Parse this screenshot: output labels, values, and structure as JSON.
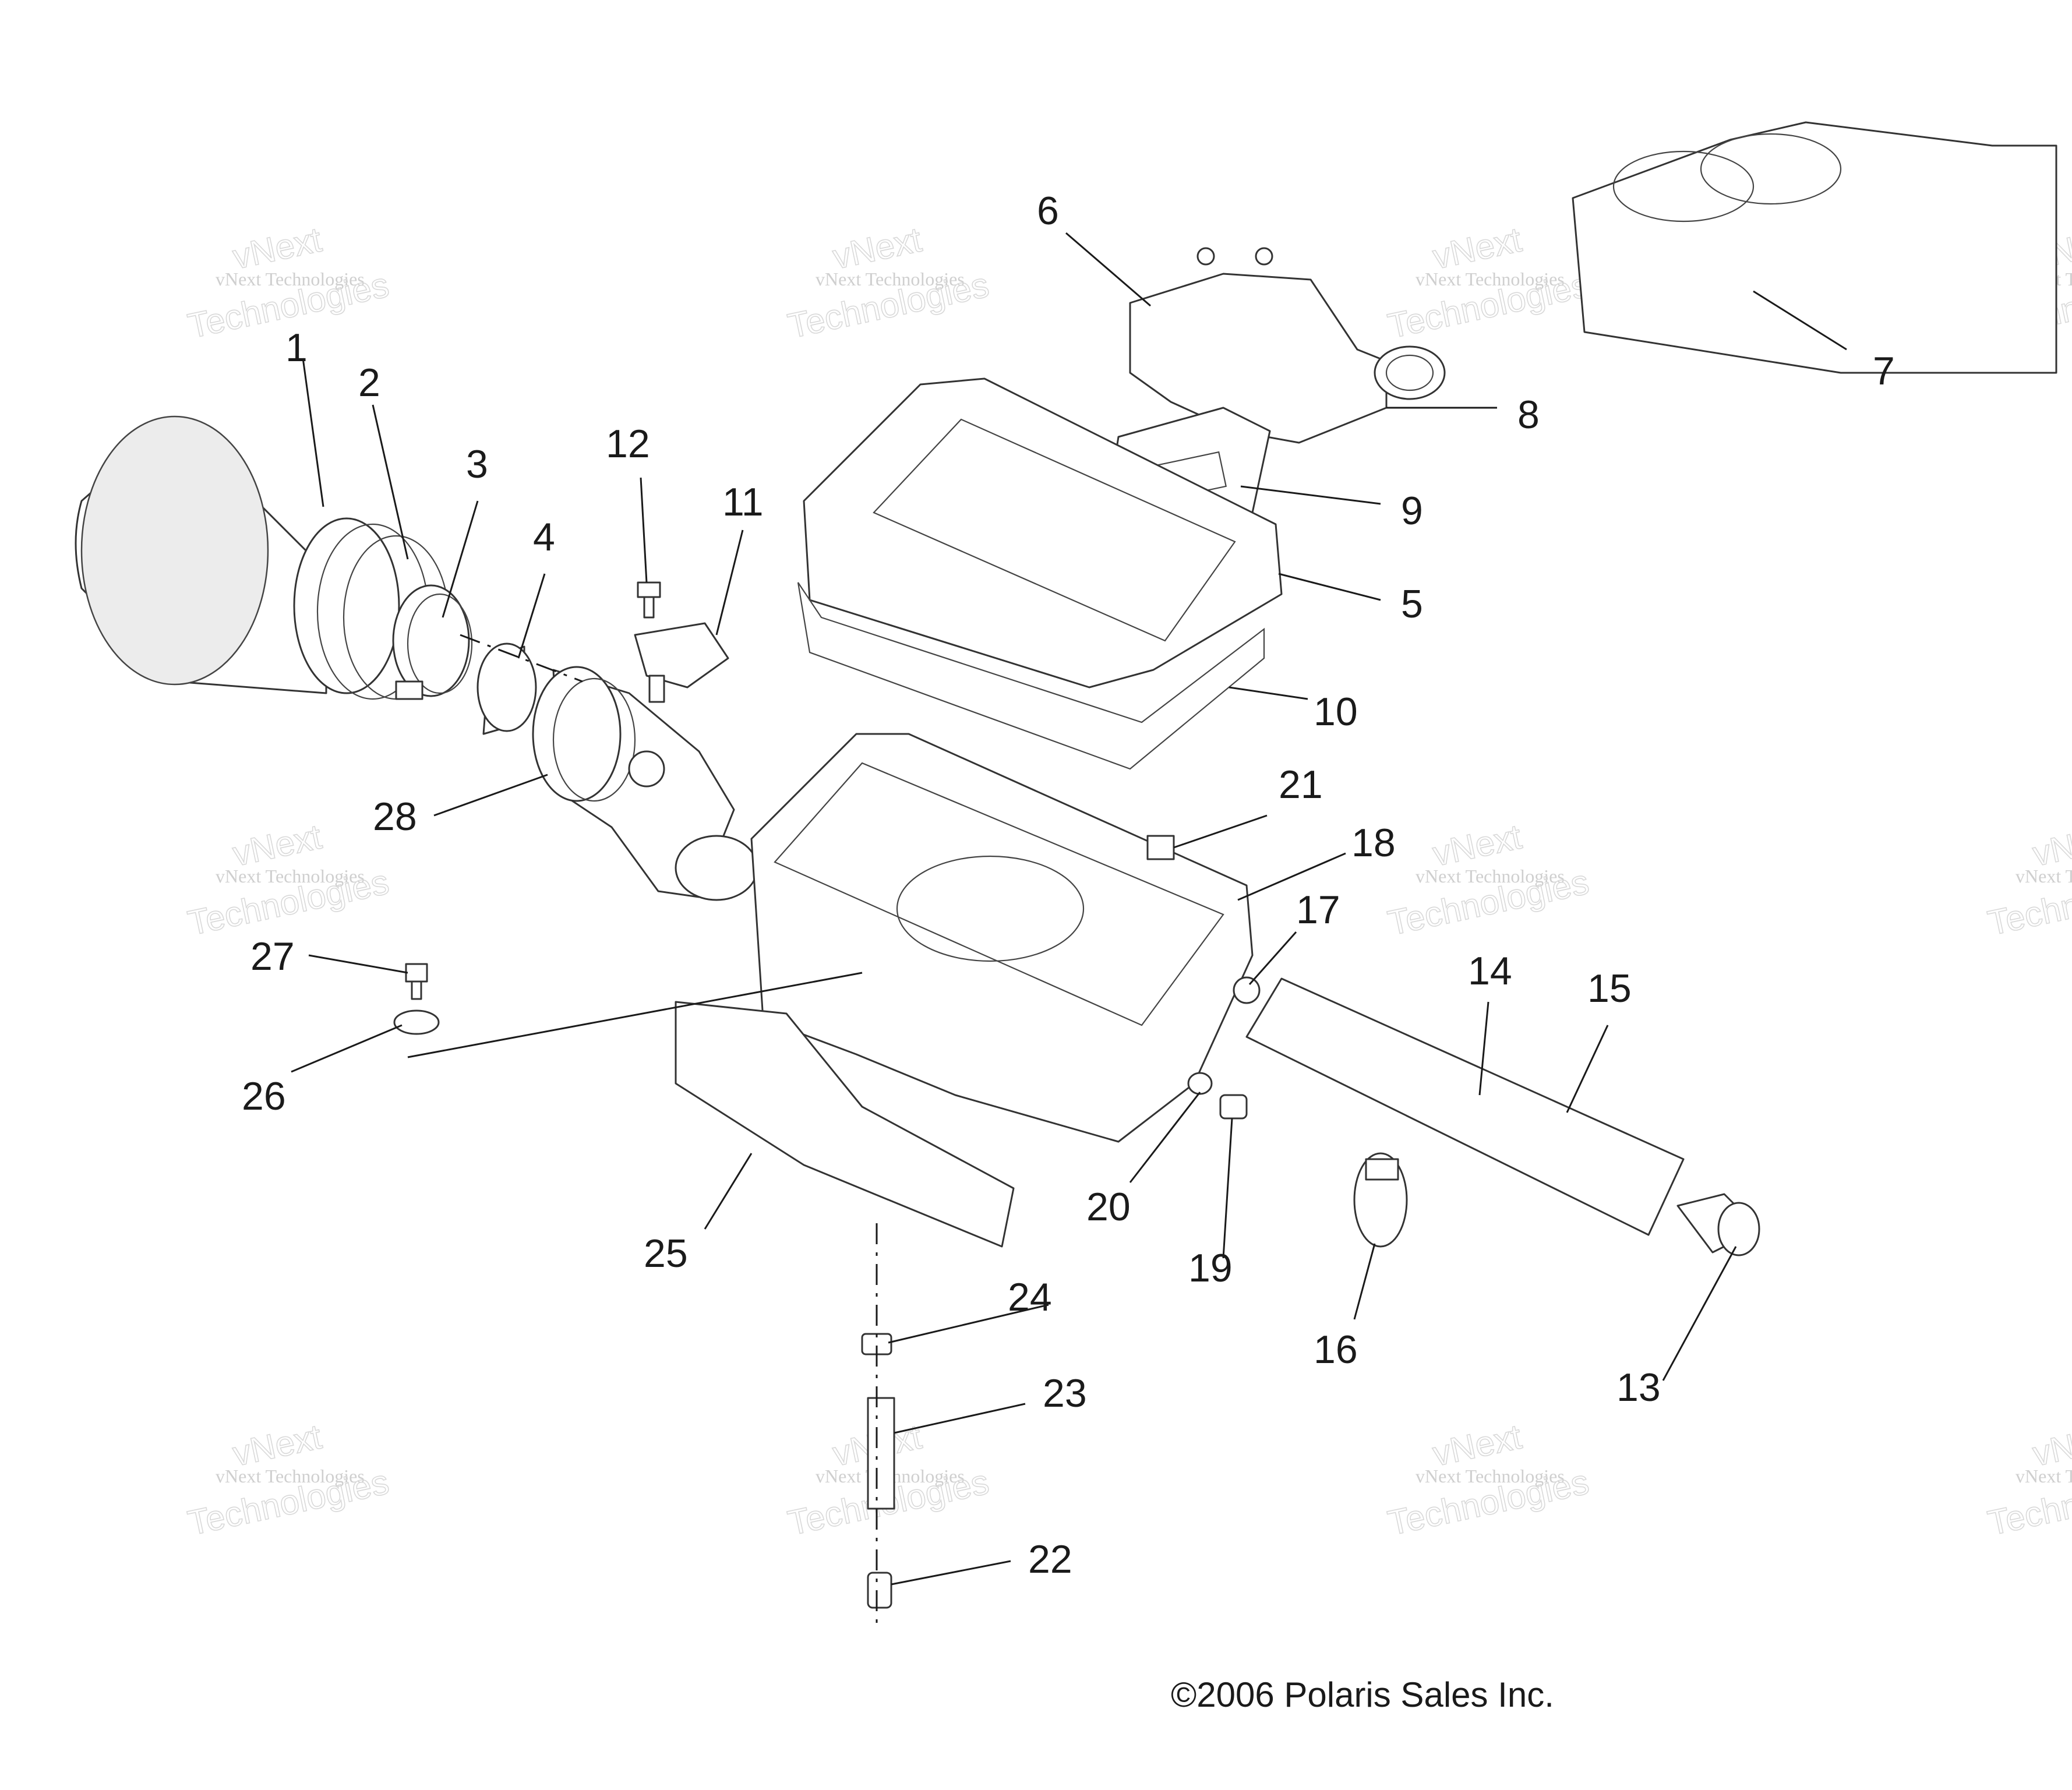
{
  "callouts": [
    "1",
    "2",
    "3",
    "4",
    "5",
    "6",
    "7",
    "8",
    "9",
    "10",
    "11",
    "12",
    "13",
    "14",
    "15",
    "16",
    "17",
    "18",
    "19",
    "20",
    "21",
    "22",
    "23",
    "24",
    "25",
    "26",
    "27",
    "28"
  ],
  "copyright": "©2006 Polaris Sales Inc.",
  "watermark": {
    "line1": "vNext Technologies",
    "line2": "vNext",
    "line3": "Technologies"
  }
}
